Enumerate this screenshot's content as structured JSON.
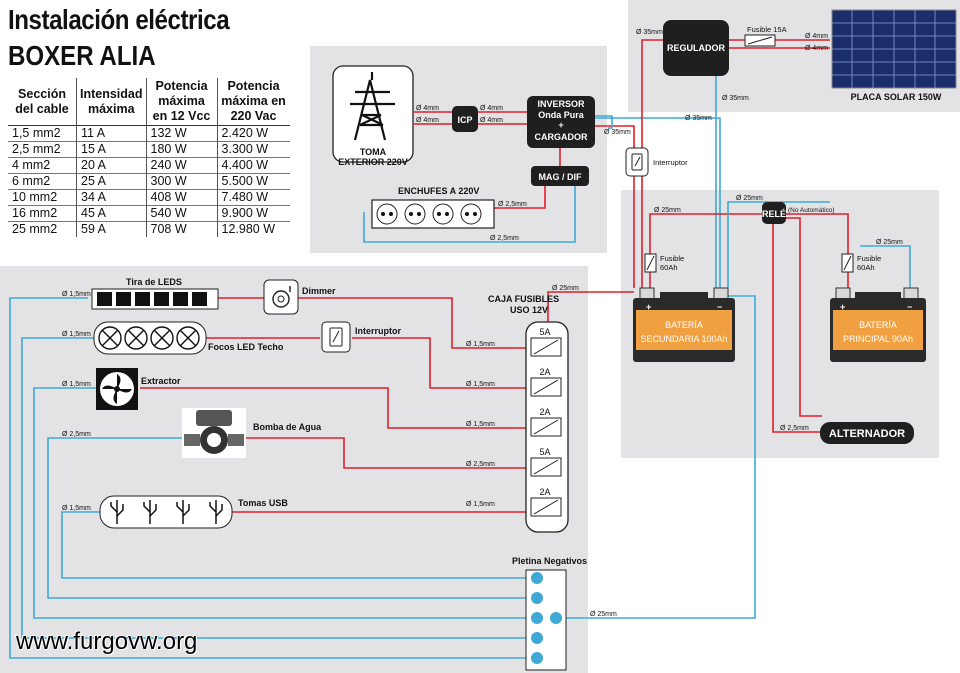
{
  "title": {
    "line1": "Instalación eléctrica",
    "line2": "BOXER ALIA"
  },
  "cable_table": {
    "headers": [
      "Sección del cable",
      "Intensidad máxima",
      "Potencia máxima en 12 Vcc",
      "Potencia máxima en 220 Vac"
    ],
    "rows": [
      [
        "1,5 mm2",
        "11 A",
        "132 W",
        "2.420 W"
      ],
      [
        "2,5 mm2",
        "15 A",
        "180 W",
        "3.300 W"
      ],
      [
        "4 mm2",
        "20 A",
        "240 W",
        "4.400 W"
      ],
      [
        "6 mm2",
        "25 A",
        "300 W",
        "5.500 W"
      ],
      [
        "10 mm2",
        "34 A",
        "408 W",
        "7.480 W"
      ],
      [
        "16 mm2",
        "45 A",
        "540 W",
        "9.900 W"
      ],
      [
        "25 mm2",
        "59 A",
        "708 W",
        "12.980 W"
      ]
    ]
  },
  "colors": {
    "positive": "#e0202a",
    "negative": "#3fa9d6",
    "panel": "#e3e3e5",
    "dark_box": "#1f1f1f",
    "battery": "#f0a040"
  },
  "components": {
    "toma_exterior": "TOMA EXTERIOR 220V",
    "icp": "ICP",
    "inversor_1": "INVERSOR",
    "inversor_2": "Onda Pura",
    "inversor_3": "+",
    "inversor_4": "CARGADOR",
    "mag_dif": "MAG / DIF",
    "enchufes": "ENCHUFES A 220V",
    "interruptor_top": "Interruptor",
    "regulador": "REGULADOR",
    "fusible_15a": "Fusible 15A",
    "placa_solar": "PLACA SOLAR 150W",
    "rele": "RELÉ",
    "rele_note": "(No Automático)",
    "fusible_60a": "Fusible",
    "fusible_60a_2": "60Ah",
    "bateria_sec_1": "BATERÍA",
    "bateria_sec_2": "SECUNDARIA 100Ah",
    "bateria_pri_1": "BATERÍA",
    "bateria_pri_2": "PRINCIPAL 90Ah",
    "alternador": "ALTERNADOR",
    "tira_leds": "Tira de LEDS",
    "dimmer": "Dimmer",
    "focos": "Focos LED Techo",
    "interruptor_left": "Interruptor",
    "extractor": "Extractor",
    "bomba": "Bomba de Agua",
    "tomas_usb": "Tomas USB",
    "caja_fusibles_1": "CAJA FUSIBLES",
    "caja_fusibles_2": "USO 12V",
    "pletina": "Pletina Negativos",
    "plus": "+",
    "minus": "−"
  },
  "fuses": [
    "5A",
    "2A",
    "2A",
    "5A",
    "2A"
  ],
  "wire_sizes": {
    "w1_5": "Ø 1,5mm",
    "w2_5": "Ø 2,5mm",
    "w4": "Ø 4mm",
    "w25": "Ø 25mm",
    "w35": "Ø 35mm"
  },
  "watermark": "www.furgovw.org"
}
